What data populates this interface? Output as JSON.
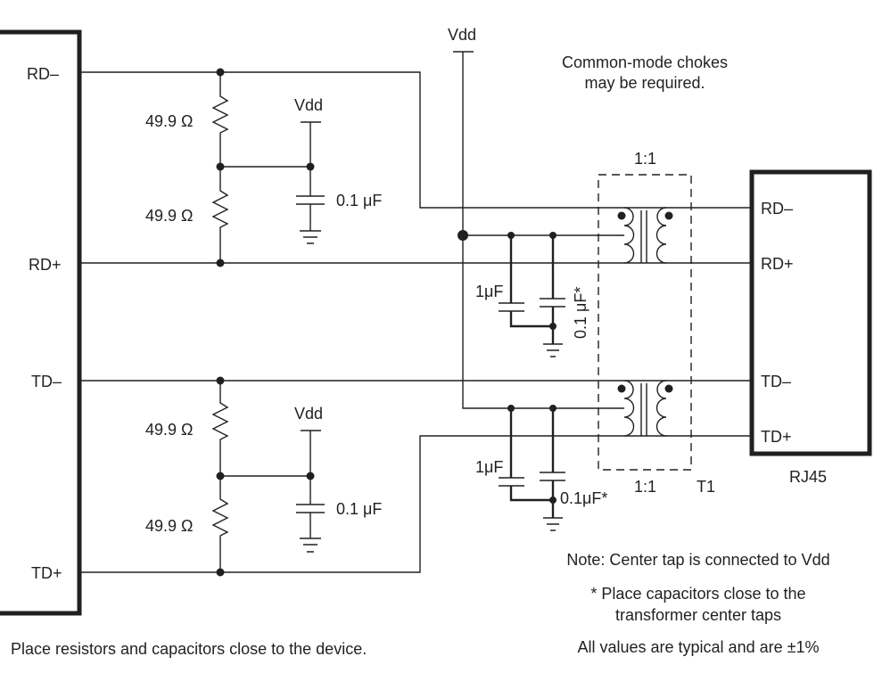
{
  "diagram": {
    "title": "Ethernet PHY to RJ45 interface schematic",
    "device_pins": {
      "rd_minus": "RD–",
      "rd_plus": "RD+",
      "td_minus": "TD–",
      "td_plus": "TD+"
    },
    "termination": {
      "rd_resistor_top": "49.9 Ω",
      "rd_resistor_bottom": "49.9 Ω",
      "rd_vdd": "Vdd",
      "rd_cap": "0.1 μF",
      "td_resistor_top": "49.9 Ω",
      "td_resistor_bottom": "49.9 Ω",
      "td_vdd": "Vdd",
      "td_cap": "0.1 μF"
    },
    "center_tap": {
      "vdd": "Vdd",
      "rd_cap_1": "1μF",
      "rd_cap_2": "0.1 μF*",
      "td_cap_1": "1μF",
      "td_cap_2": "0.1μF*"
    },
    "transformer": {
      "ratio_top": "1:1",
      "ratio_bottom": "1:1",
      "ref": "T1"
    },
    "connector": {
      "name": "RJ45",
      "rd_minus": "RD–",
      "rd_plus": "RD+",
      "td_minus": "TD–",
      "td_plus": "TD+"
    },
    "notes": {
      "chokes_line1": "Common-mode chokes",
      "chokes_line2": "may be required.",
      "center_tap": "Note:  Center tap is connected to Vdd",
      "placement_line1": "* Place capacitors close to the",
      "placement_line2": "transformer center taps",
      "tolerance": "All values are typical and are ±1%",
      "device_placement": "Place resistors and capacitors close to the device."
    }
  }
}
